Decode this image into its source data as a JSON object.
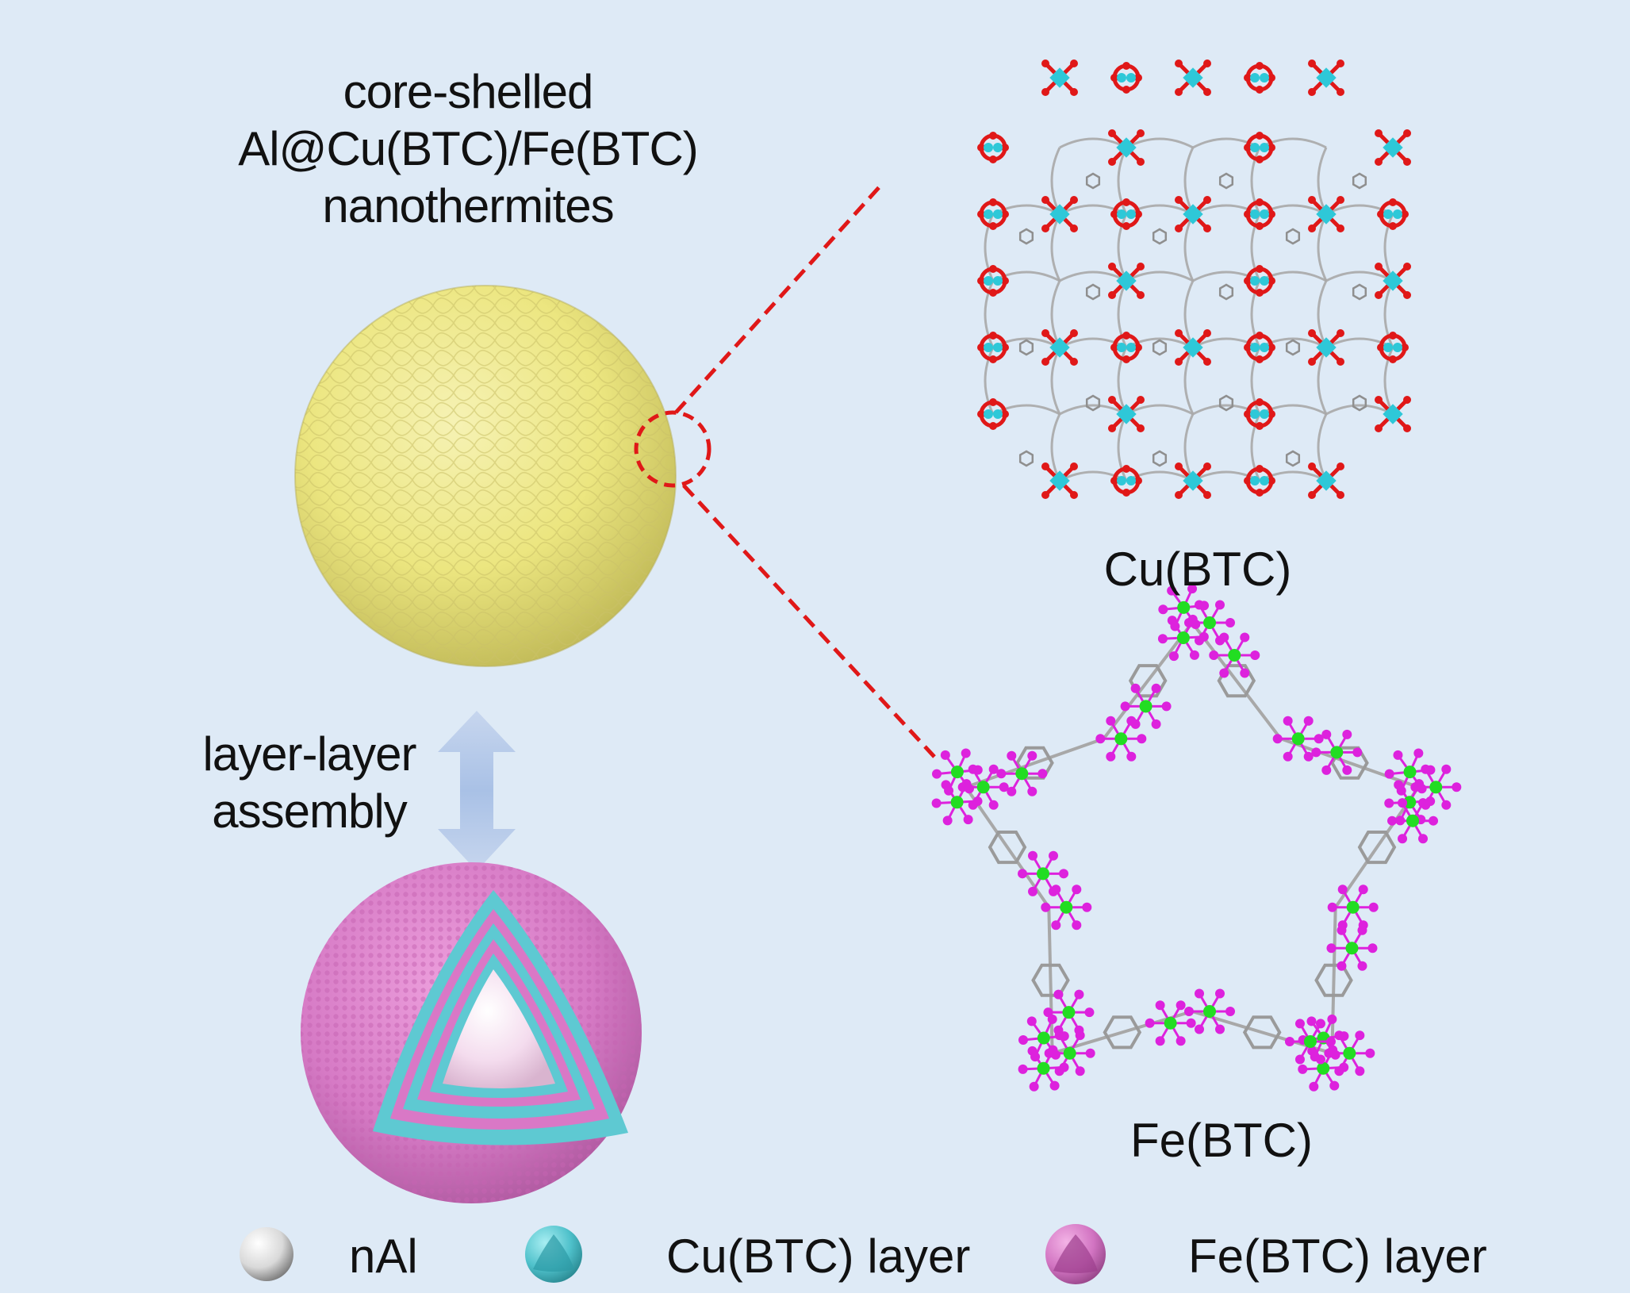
{
  "title": {
    "line1": "core-shelled",
    "line2": "Al@Cu(BTC)/Fe(BTC)",
    "line3": "nanothermites"
  },
  "assembly": {
    "line1": "layer-layer",
    "line2": "assembly"
  },
  "structures": {
    "cu_label": "Cu(BTC)",
    "fe_label": "Fe(BTC)"
  },
  "legend": [
    {
      "label": "nAl",
      "color": "#e8e8e8"
    },
    {
      "label": "Cu(BTC) layer",
      "color": "#5cc8d0"
    },
    {
      "label": "Fe(BTC) layer",
      "color": "#d879c4"
    }
  ],
  "colors": {
    "background": "#deeaf6",
    "yellow_sphere": "#efe88a",
    "pink_sphere": "#d978c6",
    "cyan_layer": "#5ec9d2",
    "core": "#f6e6f2",
    "zoom_line": "#e01818",
    "cu_atom": "#2ec8d8",
    "o_atom": "#e01818",
    "fe_atom": "#22dd22",
    "fe_o_atom": "#dd22dd",
    "linker": "#a8a8a8",
    "arrow": "#b9cdea"
  }
}
